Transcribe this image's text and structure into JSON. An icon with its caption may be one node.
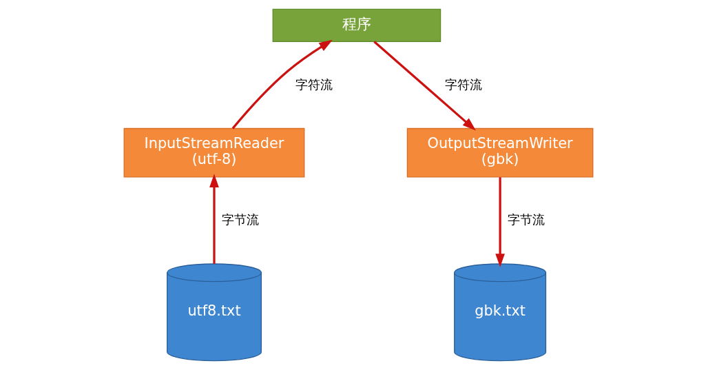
{
  "diagram": {
    "nodes": [
      {
        "text": [
          "程序"
        ]
      },
      {
        "text": [
          "InputStreamReader",
          "(utf-8)"
        ]
      },
      {
        "text": [
          "OutputStreamWriter",
          "(gbk)"
        ]
      },
      {
        "text": [
          "utf8.txt"
        ]
      },
      {
        "text": [
          "gbk.txt"
        ]
      }
    ],
    "edges": [
      {
        "from": 3,
        "to": 1,
        "arrow": "to",
        "label": "字节流"
      },
      {
        "from": 1,
        "to": 0,
        "arrow": "to",
        "label": "字符流"
      },
      {
        "from": 0,
        "to": 2,
        "arrow": "to",
        "label": "字符流"
      },
      {
        "from": 2,
        "to": 4,
        "arrow": "to",
        "label": "字节流"
      }
    ]
  }
}
